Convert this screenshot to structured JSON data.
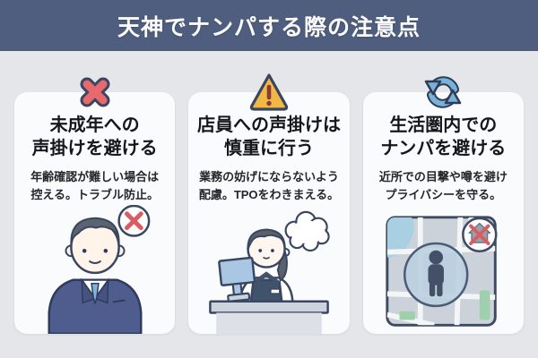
{
  "header": {
    "title": "天神でナンパする際の注意点"
  },
  "cards": [
    {
      "icon": "x-mark-icon",
      "title": "未成年への\n声掛けを避ける",
      "body": "年齢確認が難しい場合は\n控える。トラブル防止。",
      "illustration": "businessman-with-prohibition-sign"
    },
    {
      "icon": "warning-icon",
      "title": "店員への声掛けは\n慎重に行う",
      "body": "業務の妨げにならないよう\n配慮。TPOをわきまえる。",
      "illustration": "store-clerk-at-counter-with-thought-bubble"
    },
    {
      "icon": "refresh-cycle-icon",
      "title": "生活圏内での\nナンパを避ける",
      "body": "近所での目撃や噂を避け\nプライバシーを守る。",
      "illustration": "map-with-person-and-no-home-badge"
    }
  ],
  "colors": {
    "header_bg": "#4f5e7e",
    "page_bg": "#e4e6ea",
    "card_bg": "#fafbfc",
    "x_mark_red": "#e8696d",
    "warning_yellow": "#f2b845",
    "refresh_blue": "#79b2d8",
    "outline_navy": "#3a4660",
    "suit_indigo": "#4e5d8d",
    "map_gray": "#ccd2d9",
    "map_water_blue": "#a8cfe2",
    "map_park_green": "#9fd0ae"
  }
}
